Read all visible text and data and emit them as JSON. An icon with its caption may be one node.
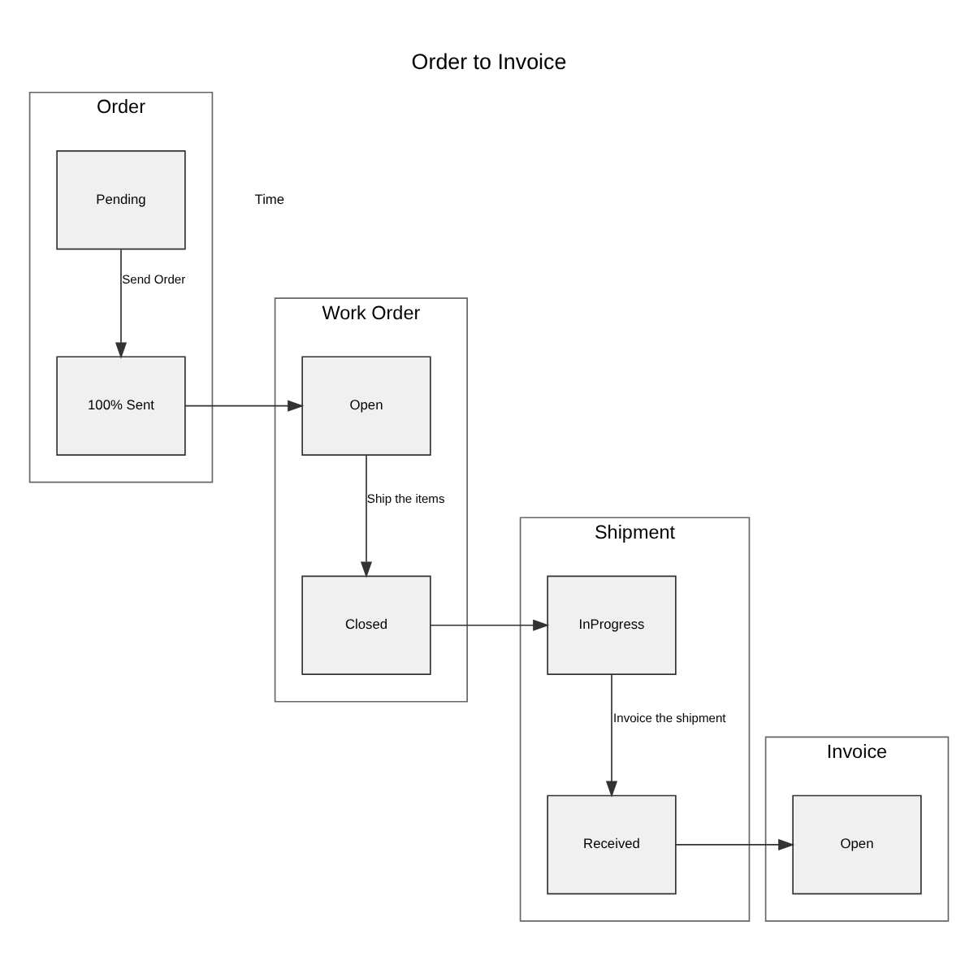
{
  "diagram": {
    "title": "Order to Invoice",
    "nodes": [
      {
        "text": [
          "Order"
        ]
      },
      {
        "text": [
          "Work Order"
        ]
      },
      {
        "text": [
          "Shipment"
        ]
      },
      {
        "text": [
          "Invoice"
        ]
      },
      {
        "text": [
          "Pending"
        ],
        "in": 0
      },
      {
        "text": [
          "100% Sent"
        ],
        "in": 0
      },
      {
        "text": [
          "Open"
        ],
        "in": 1
      },
      {
        "text": [
          "Closed"
        ],
        "in": 1
      },
      {
        "text": [
          "InProgress"
        ],
        "in": 2
      },
      {
        "text": [
          "Received"
        ],
        "in": 2
      },
      {
        "text": [
          "Open"
        ],
        "in": 3
      }
    ],
    "edges": [
      {
        "from": 4,
        "to": 5,
        "arrow": "to",
        "label": "Send Order"
      },
      {
        "from": 5,
        "to": 6,
        "arrow": "to"
      },
      {
        "from": 6,
        "to": 7,
        "arrow": "to",
        "label": "Ship the items"
      },
      {
        "from": 7,
        "to": 8,
        "arrow": "to"
      },
      {
        "from": 8,
        "to": 9,
        "arrow": "to",
        "label": "Invoice the shipment"
      },
      {
        "from": 9,
        "to": 10,
        "arrow": "to"
      }
    ],
    "labels": [
      "Time"
    ]
  }
}
